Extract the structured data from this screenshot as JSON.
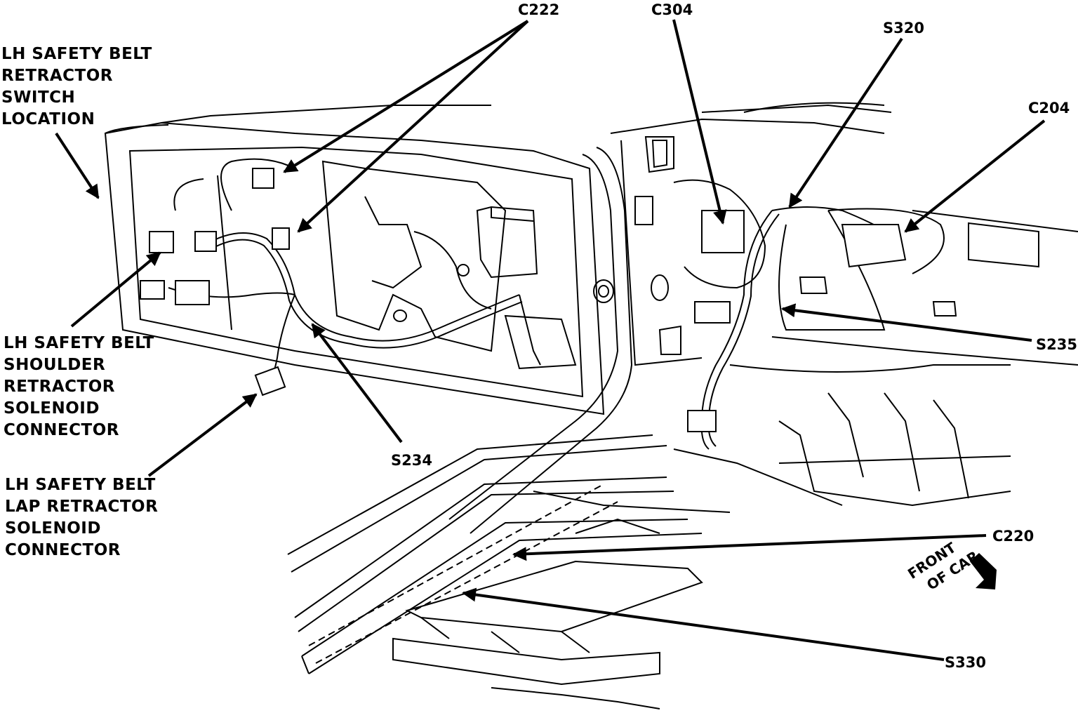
{
  "callouts": {
    "lh_retractor_switch": [
      "LH SAFETY BELT",
      "RETRACTOR",
      "SWITCH",
      "LOCATION"
    ],
    "lh_shoulder_solenoid": [
      "LH SAFETY BELT",
      "SHOULDER",
      "RETRACTOR",
      "SOLENOID",
      "CONNECTOR"
    ],
    "lh_lap_solenoid": [
      "LH SAFETY BELT",
      "LAP RETRACTOR",
      "SOLENOID",
      "CONNECTOR"
    ]
  },
  "codes": {
    "c222": "C222",
    "c304": "C304",
    "s320": "S320",
    "c204": "C204",
    "s235": "S235",
    "s234": "S234",
    "c220": "C220",
    "s330": "S330"
  },
  "orientation": [
    "FRONT",
    "OF CAR"
  ]
}
